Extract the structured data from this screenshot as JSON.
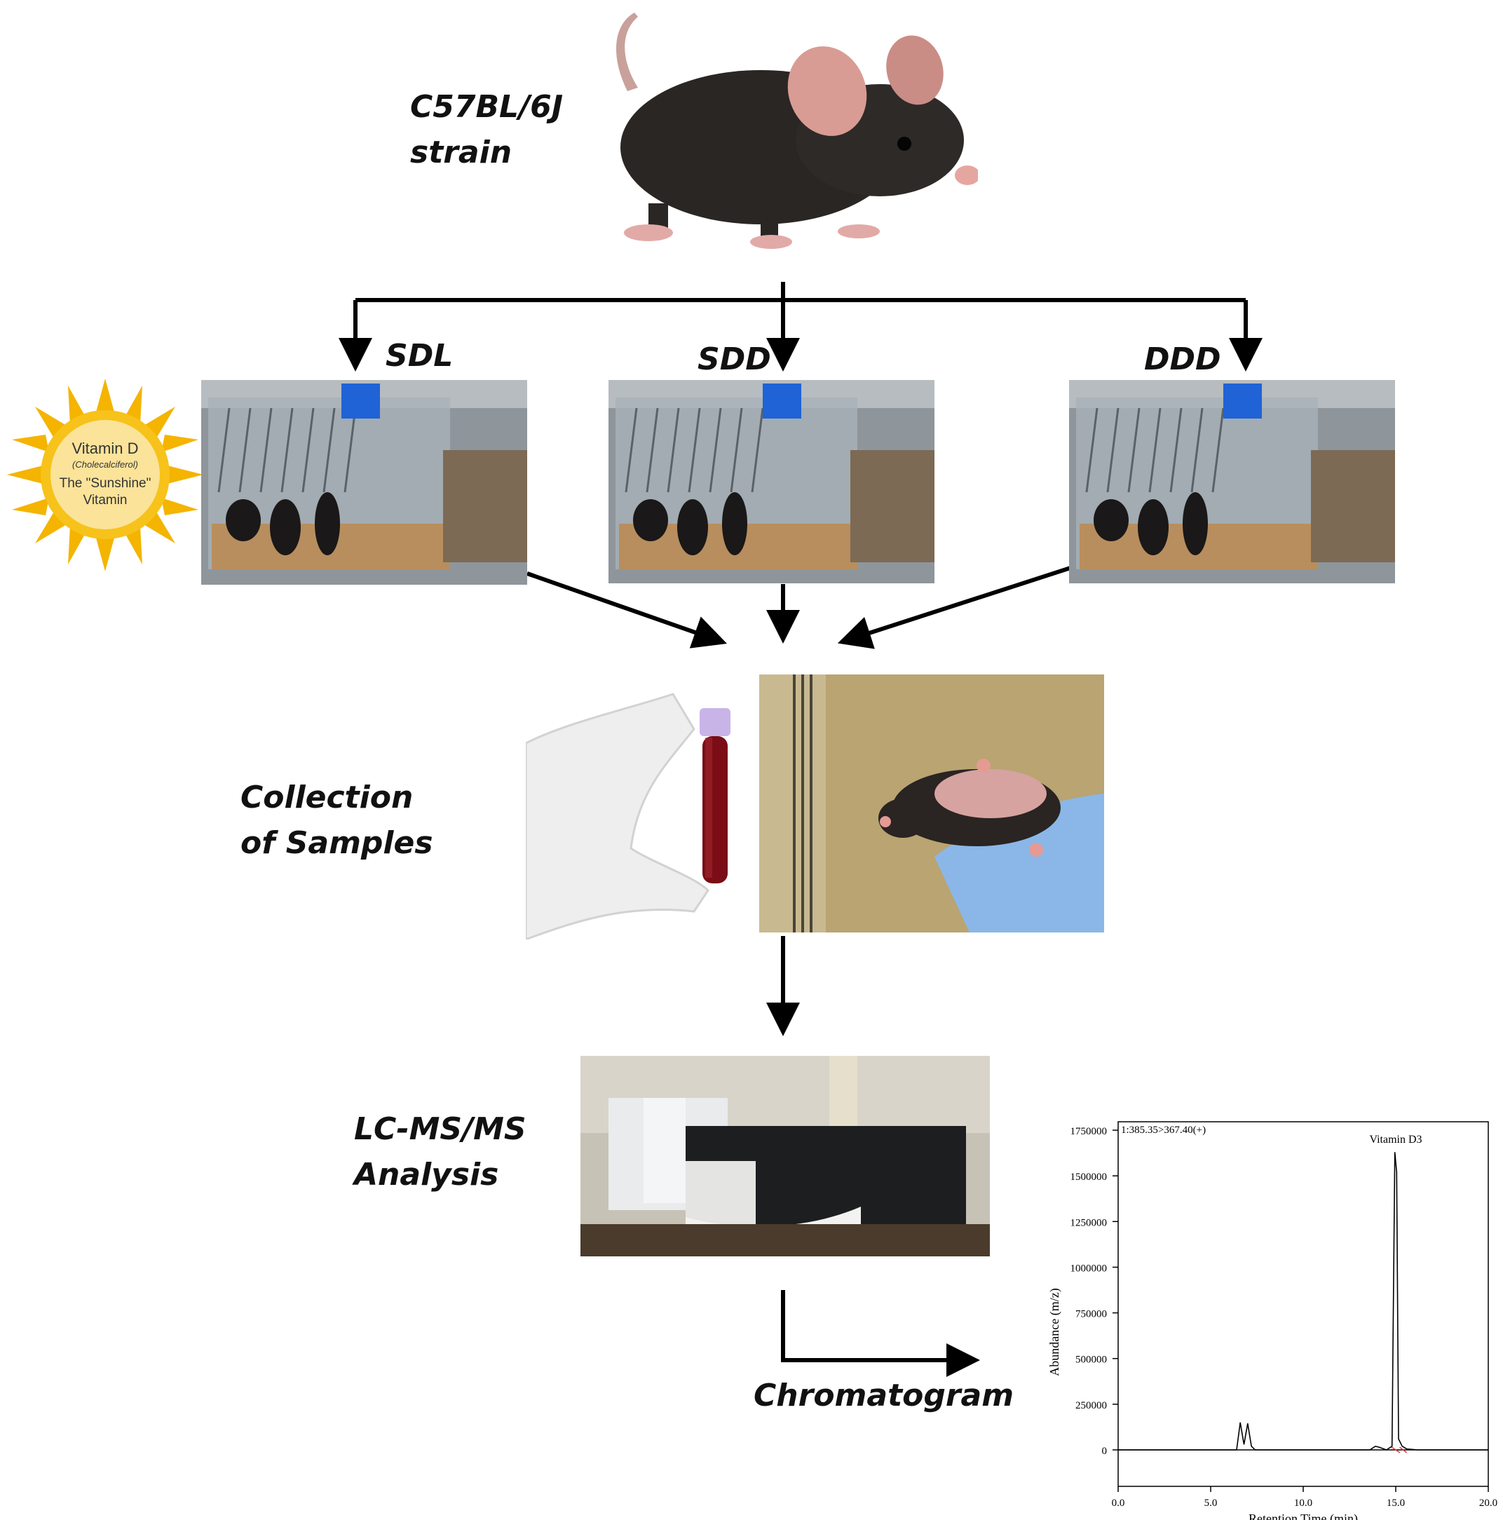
{
  "strain_label": [
    "C57BL/6J",
    "strain"
  ],
  "groups": [
    "SDL",
    "SDD",
    "DDD"
  ],
  "sun_badge": {
    "line1": "Vitamin D",
    "line2": "(Cholecalciferol)",
    "line3": "The \"Sunshine\"",
    "line4": "Vitamin"
  },
  "collection_label": [
    "Collection",
    "of Samples"
  ],
  "analysis_label": [
    "LC-MS/MS",
    "Analysis"
  ],
  "chromatogram_label": "Chromatogram",
  "colors": {
    "arrow": "#000000",
    "cage_clip": "#1f63d6",
    "sun": "#f5b800",
    "blood": "#7a0d16",
    "glove_blue": "#8ab7e8"
  },
  "chart_data": {
    "type": "line",
    "transition_label": "1:385.35>367.40(+)",
    "peak_label": "Vitamin D3",
    "xlabel": "Retention Time (min)",
    "ylabel": "Abundance (m/z)",
    "xlim": [
      0,
      20
    ],
    "ylim": [
      0,
      1750000
    ],
    "xticks": [
      "0.0",
      "5.0",
      "10.0",
      "15.0",
      "20.0"
    ],
    "yticks": [
      "0",
      "250000",
      "500000",
      "750000",
      "1000000",
      "1250000",
      "1500000",
      "1750000"
    ],
    "series": [
      {
        "x": [
          0,
          6.4,
          6.6,
          6.8,
          7.0,
          7.2,
          7.4,
          7.6,
          9.0,
          13.6,
          13.9,
          14.1,
          14.5,
          14.8,
          14.95,
          15.05,
          15.15,
          15.35,
          15.6,
          16.2,
          20
        ],
        "y": [
          0,
          0,
          150000,
          30000,
          145000,
          20000,
          0,
          0,
          0,
          0,
          20000,
          15000,
          0,
          20000,
          1630000,
          1520000,
          60000,
          20000,
          5000,
          0,
          0
        ]
      }
    ]
  }
}
